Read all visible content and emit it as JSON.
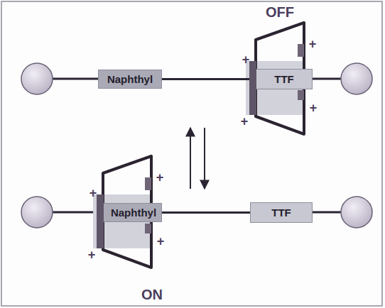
{
  "diagram": {
    "nodes": [
      {
        "text": [
          "Naphthyl"
        ]
      },
      {
        "text": [
          "TTF"
        ]
      },
      {
        "text": [
          "Naphthyl"
        ]
      },
      {
        "text": [
          "TTF"
        ]
      }
    ],
    "edges": [
      {
        "from": 0,
        "to": 1,
        "arrow": "none"
      },
      {
        "from": 2,
        "to": 3,
        "arrow": "none"
      }
    ],
    "labels": [
      "OFF",
      "+",
      "+",
      "+",
      "+",
      "ON",
      "+",
      "+",
      "+",
      "+"
    ]
  }
}
